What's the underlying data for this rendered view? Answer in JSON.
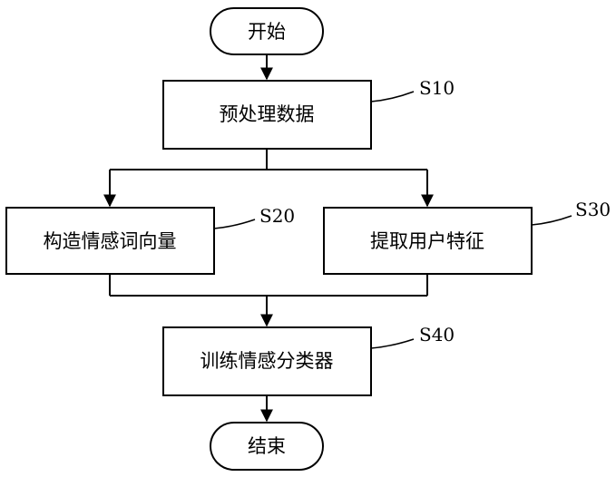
{
  "flowchart": {
    "start": {
      "label": "开始"
    },
    "steps": [
      {
        "id": "S10",
        "step_label": "S10",
        "label": "预处理数据"
      },
      {
        "id": "S20",
        "step_label": "S20",
        "label": "构造情感词向量"
      },
      {
        "id": "S30",
        "step_label": "S30",
        "label": "提取用户特征"
      },
      {
        "id": "S40",
        "step_label": "S40",
        "label": "训练情感分类器"
      }
    ],
    "end": {
      "label": "结束"
    }
  }
}
